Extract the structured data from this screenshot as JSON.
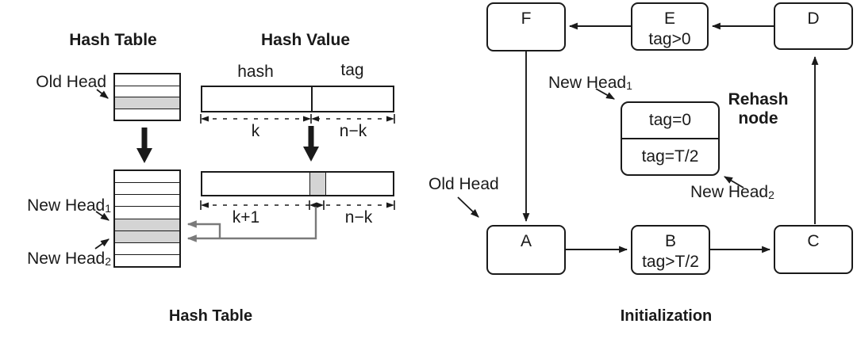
{
  "colors": {
    "ink": "#1a1a1a",
    "shade": "#d4d4d4",
    "gray_arrow": "#7a7a7a"
  },
  "left": {
    "heading_table": "Hash Table",
    "heading_value": "Hash Value",
    "old_head": "Old Head",
    "new_head": {
      "text": "New Head",
      "sub1": "1",
      "sub2": "2"
    },
    "value_fields": {
      "hash": "hash",
      "tag": "tag"
    },
    "dims": {
      "k": "k",
      "n_minus_k": "n−k",
      "k_plus_1": "k+1"
    },
    "caption": "Hash Table"
  },
  "right": {
    "nodes": {
      "a": "A",
      "b": "B",
      "b_tag": "tag>T/2",
      "c": "C",
      "d": "D",
      "e": "E",
      "e_tag": "tag>0",
      "f": "F"
    },
    "rehash_label": {
      "line1": "Rehash",
      "line2": "node"
    },
    "rehash_cells": {
      "top": "tag=0",
      "bottom": "tag=T/2"
    },
    "old_head": "Old Head",
    "new_head": {
      "text": "New Head",
      "sub1": "1",
      "sub2": "2"
    },
    "caption": "Initialization"
  }
}
